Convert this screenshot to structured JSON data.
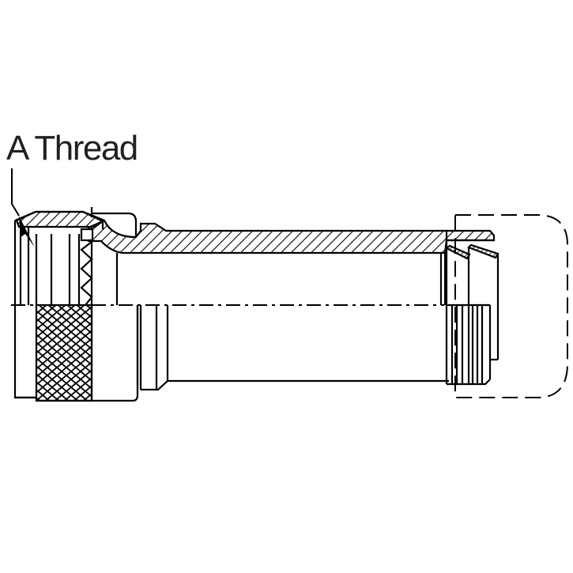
{
  "diagram": {
    "type": "mechanical-section-drawing",
    "callouts": [
      {
        "id": "a-thread",
        "text": "A Thread"
      }
    ],
    "colors": {
      "line": "#000000",
      "text": "#231f20",
      "background": "#ffffff"
    }
  }
}
